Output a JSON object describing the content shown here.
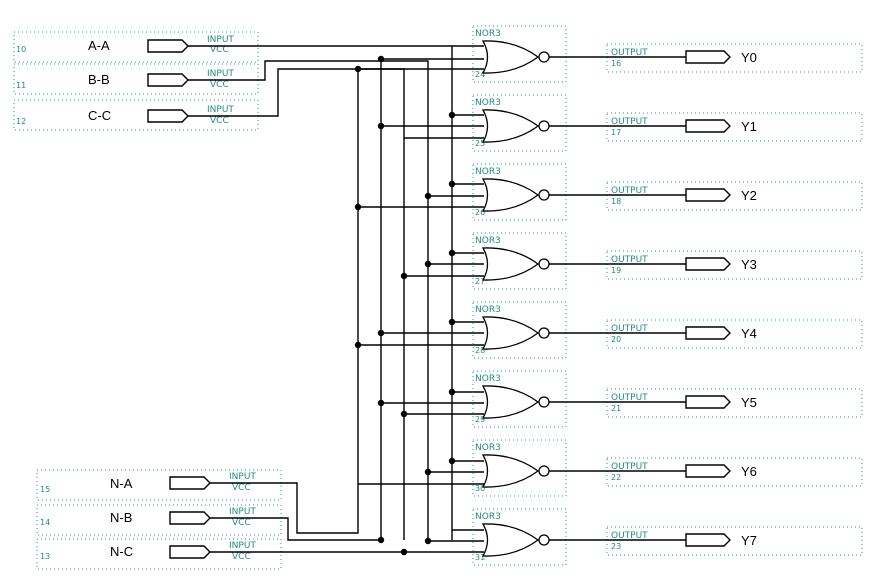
{
  "inputs": [
    {
      "name": "A-A",
      "pin": "10",
      "type": "INPUT",
      "level": "VCC"
    },
    {
      "name": "B-B",
      "pin": "11",
      "type": "INPUT",
      "level": "VCC"
    },
    {
      "name": "C-C",
      "pin": "12",
      "type": "INPUT",
      "level": "VCC"
    },
    {
      "name": "N-A",
      "pin": "15",
      "type": "INPUT",
      "level": "VCC"
    },
    {
      "name": "N-B",
      "pin": "14",
      "type": "INPUT",
      "level": "VCC"
    },
    {
      "name": "N-C",
      "pin": "13",
      "type": "INPUT",
      "level": "VCC"
    }
  ],
  "gates": [
    {
      "type": "NOR3",
      "id": "24"
    },
    {
      "type": "NOR3",
      "id": "25"
    },
    {
      "type": "NOR3",
      "id": "26"
    },
    {
      "type": "NOR3",
      "id": "27"
    },
    {
      "type": "NOR3",
      "id": "28"
    },
    {
      "type": "NOR3",
      "id": "29"
    },
    {
      "type": "NOR3",
      "id": "30"
    },
    {
      "type": "NOR3",
      "id": "31"
    }
  ],
  "outputs": [
    {
      "name": "Y0",
      "pin": "16",
      "type": "OUTPUT"
    },
    {
      "name": "Y1",
      "pin": "17",
      "type": "OUTPUT"
    },
    {
      "name": "Y2",
      "pin": "18",
      "type": "OUTPUT"
    },
    {
      "name": "Y3",
      "pin": "19",
      "type": "OUTPUT"
    },
    {
      "name": "Y4",
      "pin": "20",
      "type": "OUTPUT"
    },
    {
      "name": "Y5",
      "pin": "21",
      "type": "OUTPUT"
    },
    {
      "name": "Y6",
      "pin": "22",
      "type": "OUTPUT"
    },
    {
      "name": "Y7",
      "pin": "23",
      "type": "OUTPUT"
    }
  ]
}
